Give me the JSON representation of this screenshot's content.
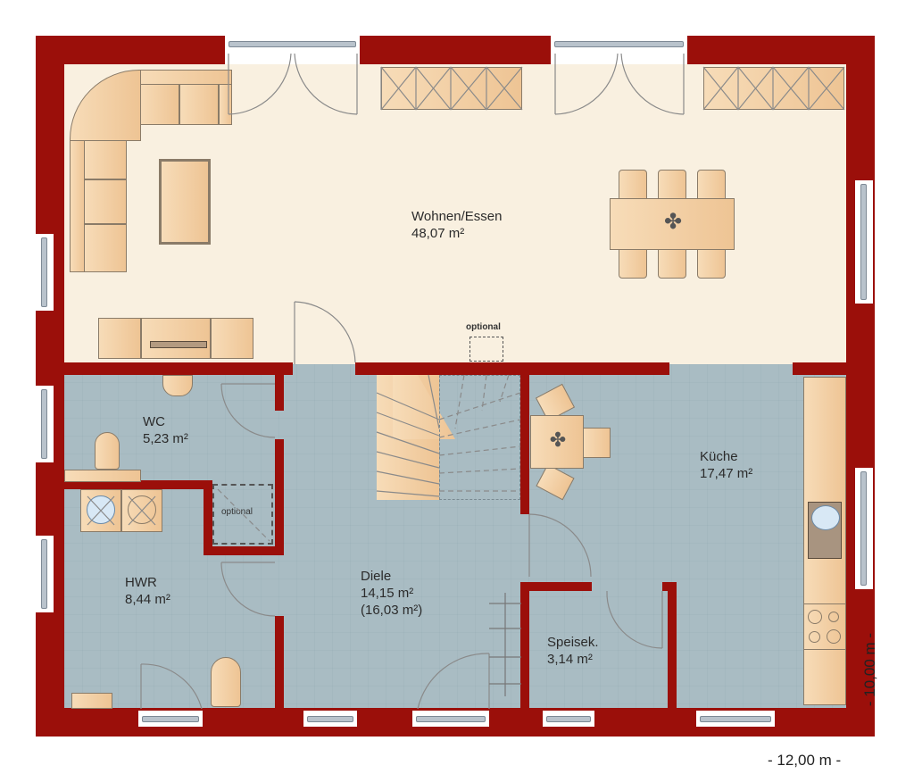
{
  "plan": {
    "colors": {
      "wall": "#9b0f0a",
      "living_floor": "#f9f0e0",
      "tile_floor": "#a9bcc3",
      "furniture": "#f1cb9d",
      "window": "#b9c3cc"
    },
    "rooms": [
      {
        "id": "wohnen",
        "name": "Wohnen/Essen",
        "area": "48,07 m²"
      },
      {
        "id": "wc",
        "name": "WC",
        "area": "5,23 m²"
      },
      {
        "id": "hwr",
        "name": "HWR",
        "area": "8,44 m²"
      },
      {
        "id": "diele",
        "name": "Diele",
        "area": "14,15 m²",
        "area_alt": "(16,03 m²)"
      },
      {
        "id": "kueche",
        "name": "Küche",
        "area": "17,47 m²"
      },
      {
        "id": "speisek",
        "name": "Speisek.",
        "area": "3,14 m²"
      }
    ],
    "annotations": {
      "optional_fireplace": "optional",
      "optional_shower": "optional"
    },
    "dimensions": {
      "width": "- 12,00 m -",
      "depth": "- 10,00 m -"
    }
  }
}
